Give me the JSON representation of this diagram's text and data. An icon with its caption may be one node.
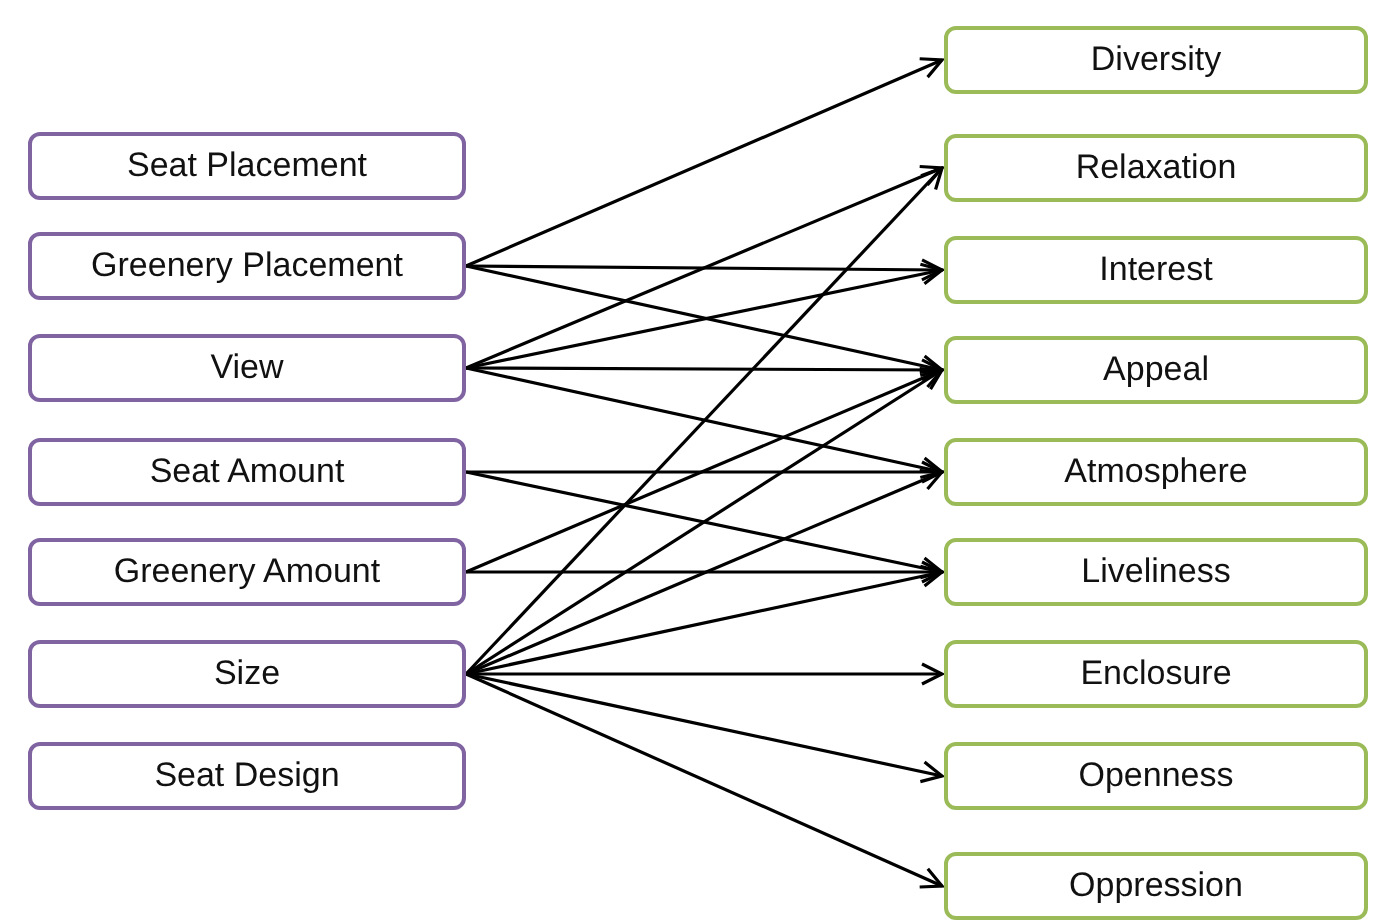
{
  "diagram": {
    "nodes": [
      {
        "text": [
          "Seat Placement"
        ]
      },
      {
        "text": [
          "Greenery Placement"
        ]
      },
      {
        "text": [
          "View"
        ]
      },
      {
        "text": [
          "Seat Amount"
        ]
      },
      {
        "text": [
          "Greenery Amount"
        ]
      },
      {
        "text": [
          "Size"
        ]
      },
      {
        "text": [
          "Seat Design"
        ]
      },
      {
        "text": [
          "Diversity"
        ]
      },
      {
        "text": [
          "Relaxation"
        ]
      },
      {
        "text": [
          "Interest"
        ]
      },
      {
        "text": [
          "Appeal"
        ]
      },
      {
        "text": [
          "Atmosphere"
        ]
      },
      {
        "text": [
          "Liveliness"
        ]
      },
      {
        "text": [
          "Enclosure"
        ]
      },
      {
        "text": [
          "Openness"
        ]
      },
      {
        "text": [
          "Oppression"
        ]
      }
    ],
    "edges": [
      {
        "from": 1,
        "to": 7,
        "arrow": "to"
      },
      {
        "from": 1,
        "to": 9,
        "arrow": "to"
      },
      {
        "from": 1,
        "to": 10,
        "arrow": "to"
      },
      {
        "from": 2,
        "to": 8,
        "arrow": "to"
      },
      {
        "from": 2,
        "to": 9,
        "arrow": "to"
      },
      {
        "from": 2,
        "to": 10,
        "arrow": "to"
      },
      {
        "from": 2,
        "to": 11,
        "arrow": "to"
      },
      {
        "from": 3,
        "to": 11,
        "arrow": "to"
      },
      {
        "from": 3,
        "to": 12,
        "arrow": "to"
      },
      {
        "from": 4,
        "to": 10,
        "arrow": "to"
      },
      {
        "from": 4,
        "to": 12,
        "arrow": "to"
      },
      {
        "from": 5,
        "to": 8,
        "arrow": "to"
      },
      {
        "from": 5,
        "to": 10,
        "arrow": "to"
      },
      {
        "from": 5,
        "to": 11,
        "arrow": "to"
      },
      {
        "from": 5,
        "to": 12,
        "arrow": "to"
      },
      {
        "from": 5,
        "to": 13,
        "arrow": "to"
      },
      {
        "from": 5,
        "to": 14,
        "arrow": "to"
      },
      {
        "from": 5,
        "to": 15,
        "arrow": "to"
      }
    ]
  }
}
